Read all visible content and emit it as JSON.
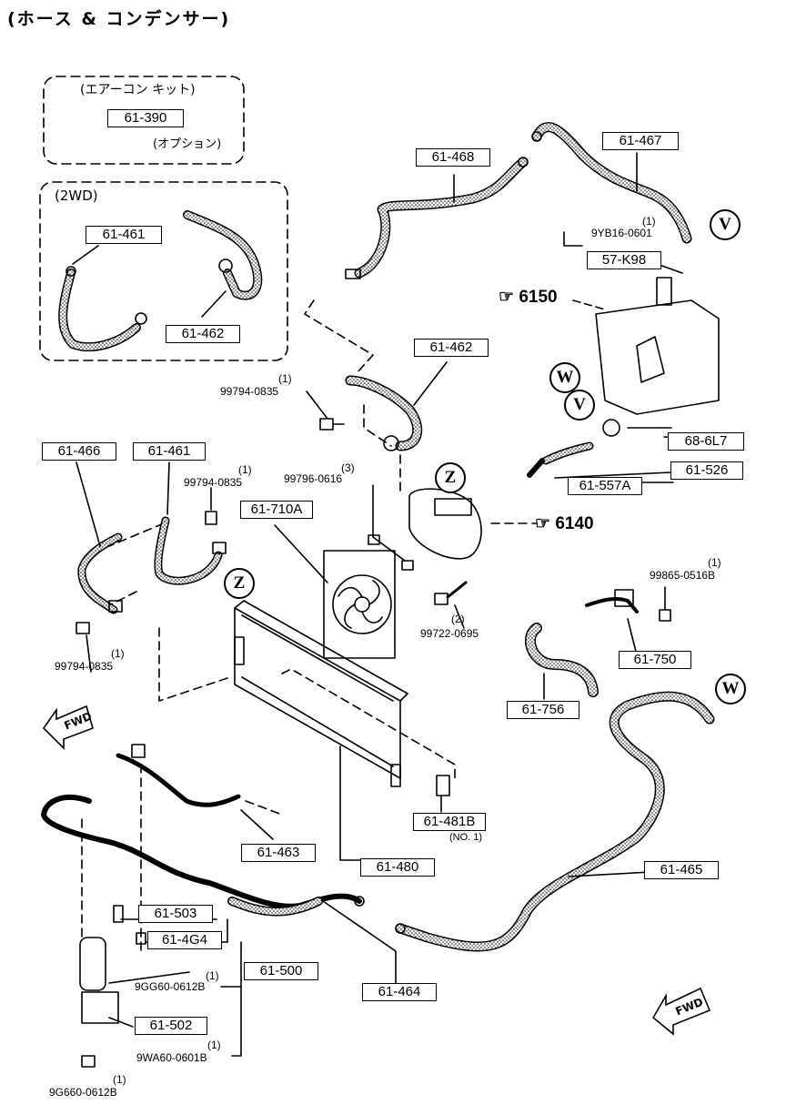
{
  "title": "(ホース & コンデンサー)",
  "kit_box": {
    "title": "(エアーコン キット)",
    "part": "61-390",
    "note": "(オプション)"
  },
  "twowd_box": {
    "title": "(2WD)",
    "parts": [
      "61-461",
      "61-462"
    ]
  },
  "parts": {
    "p61_468": "61-468",
    "p61_467": "61-467",
    "p9yb16": "9YB16-0601",
    "p9yb16_qty": "(1)",
    "p57k98": "57-K98",
    "p6150": "6150",
    "p61_462": "61-462",
    "p99794_a": "99794-0835",
    "p99794_a_qty": "(1)",
    "p68_6l7": "68-6L7",
    "p61_526": "61-526",
    "p61_557a": "61-557A",
    "p61_466": "61-466",
    "p61_461": "61-461",
    "p99794_b": "99794-0835",
    "p99794_b_qty": "(1)",
    "p99796": "99796-0616",
    "p99796_qty": "(3)",
    "p61_710a": "61-710A",
    "p6140": "6140",
    "p99865": "99865-0516B",
    "p99865_qty": "(1)",
    "p99722": "99722-0695",
    "p99722_qty": "(2)",
    "p61_750": "61-750",
    "p99794_c": "99794-0835",
    "p99794_c_qty": "(1)",
    "p61_756": "61-756",
    "p61_481b": "61-481B",
    "p61_481b_note": "(NO. 1)",
    "p61_463": "61-463",
    "p61_480": "61-480",
    "p61_465": "61-465",
    "p61_503": "61-503",
    "p61_4g4": "61-4G4",
    "p61_500": "61-500",
    "p9gg60": "9GG60-0612B",
    "p9gg60_qty": "(1)",
    "p61_464": "61-464",
    "p61_502": "61-502",
    "p9wa60": "9WA60-0601B",
    "p9wa60_qty": "(1)",
    "p9g660": "9G660-0612B",
    "p9g660_qty": "(1)"
  },
  "markers": {
    "v": "V",
    "w": "W",
    "z": "Z"
  },
  "fwd": "FWD"
}
